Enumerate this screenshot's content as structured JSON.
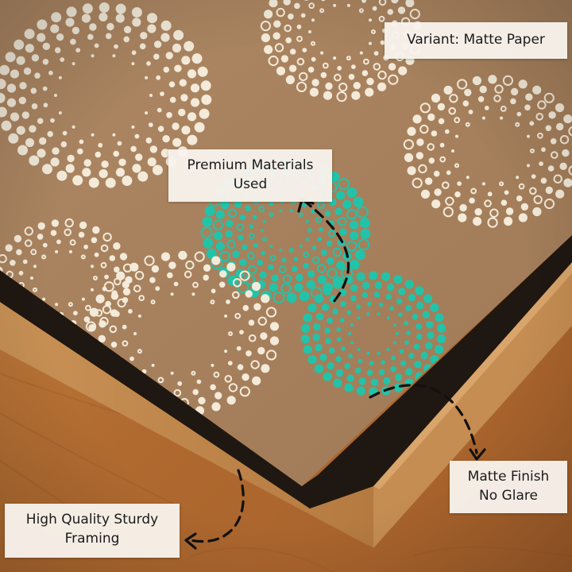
{
  "scene": {
    "description_free_colors": {
      "poster": "#a98561",
      "dots_white": "#f3ead9",
      "dots_teal": "#22c3a8",
      "frame_wood": "#c18a4e",
      "floor_wood": "#b8743a",
      "shadow": "#1f1711"
    }
  },
  "callouts": {
    "variant": {
      "line1": "Variant: Matte Paper"
    },
    "premium": {
      "line1": "Premium Materials",
      "line2": "Used"
    },
    "matte": {
      "line1": "Matte Finish",
      "line2": "No Glare"
    },
    "framing": {
      "line1": "High Quality Sturdy",
      "line2": "Framing"
    }
  }
}
